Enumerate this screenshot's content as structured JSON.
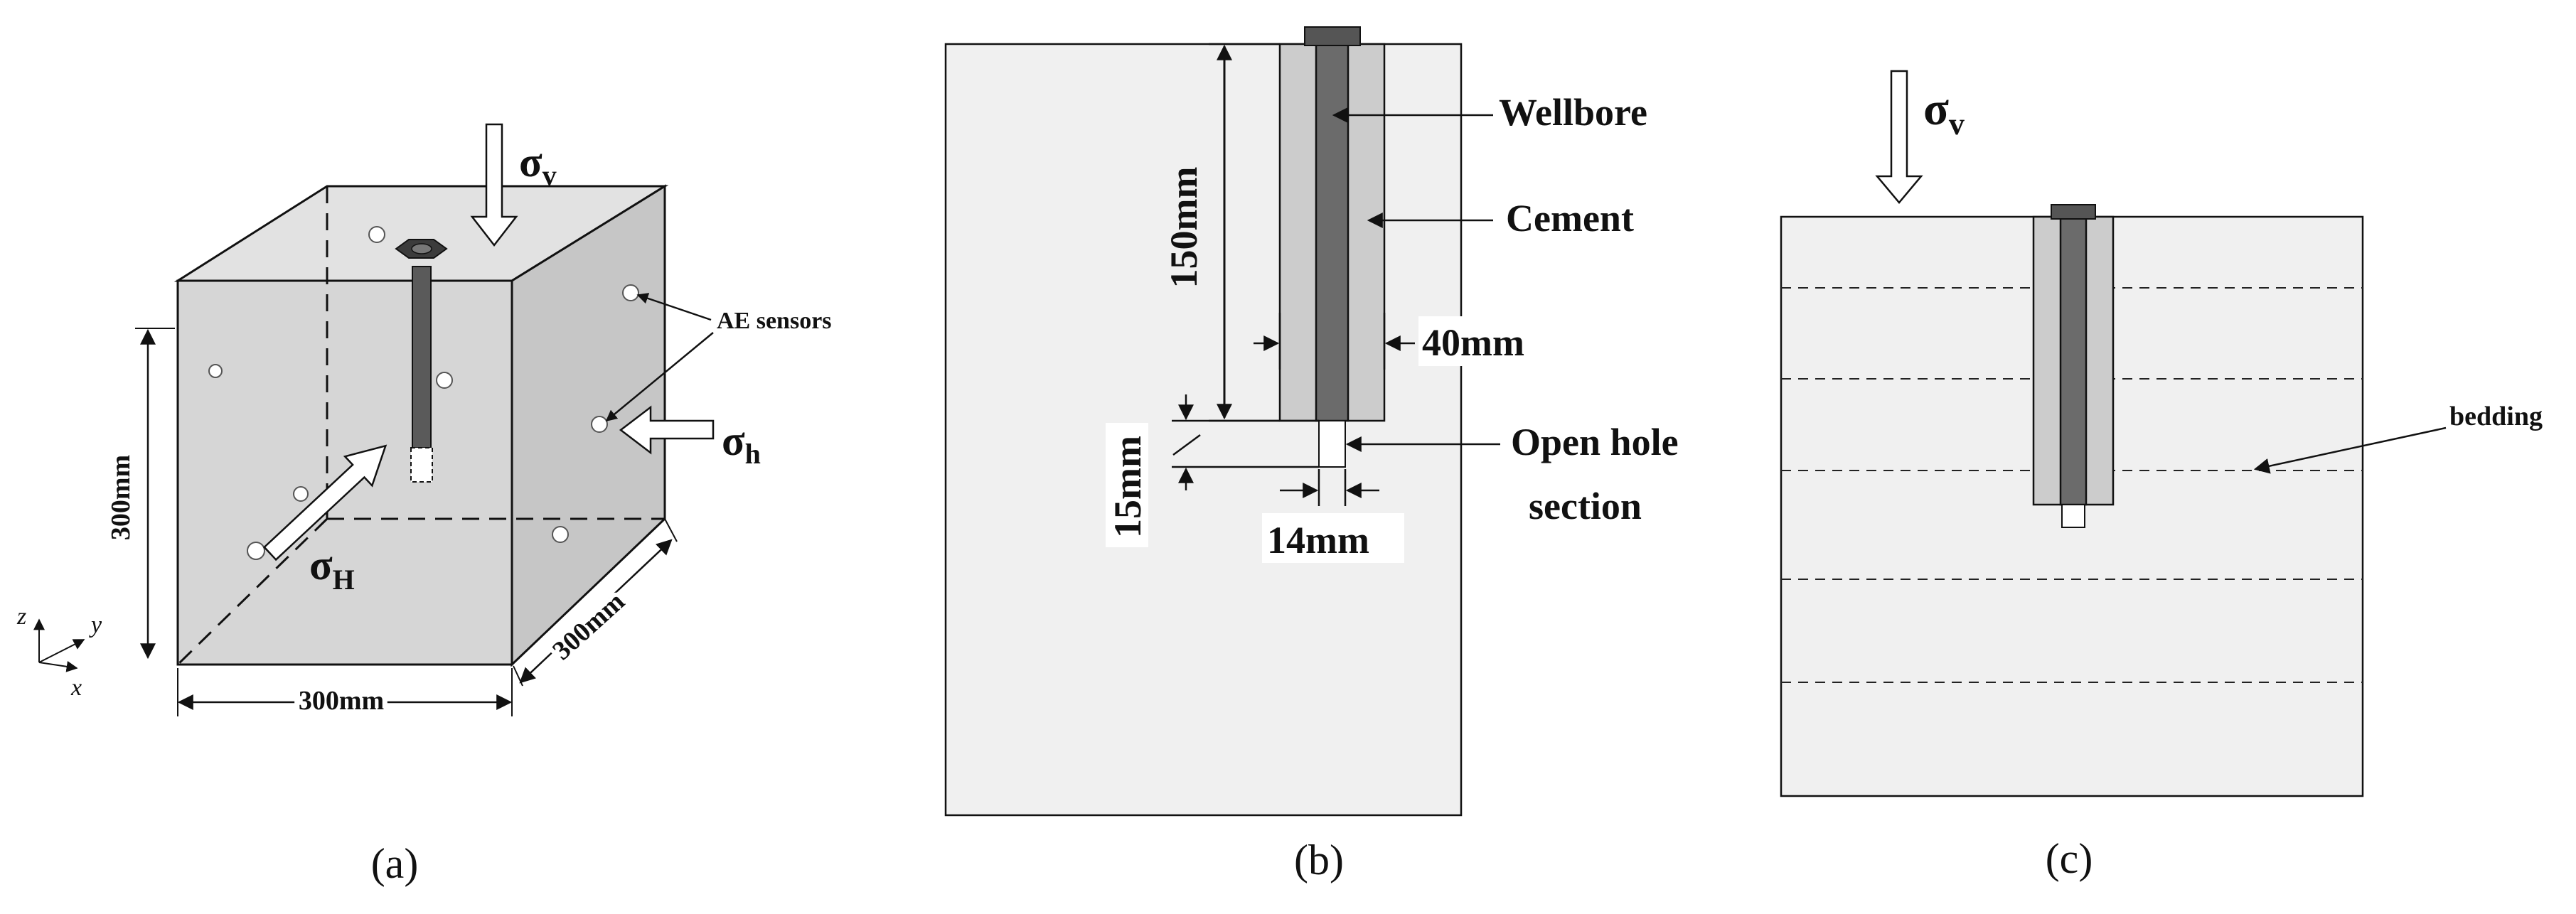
{
  "colors": {
    "block_fill": "#d6d6d6",
    "panel_fill": "#f0f0f0",
    "cement_fill": "#cccccc",
    "wellbore_fill": "#6b6b6b",
    "stroke": "#111111"
  },
  "panel_a": {
    "stress_vertical": "σ",
    "stress_vertical_sub": "v",
    "stress_h_min": "σ",
    "stress_h_min_sub": "h",
    "stress_h_max": "σ",
    "stress_h_max_sub": "H",
    "ae_sensors": "AE sensors",
    "dim_height": "300mm",
    "dim_width": "300mm",
    "dim_depth": "300mm",
    "axis_z": "z",
    "axis_y": "y",
    "axis_x": "x",
    "caption": "(a)"
  },
  "panel_b": {
    "wellbore": "Wellbore",
    "cement": "Cement",
    "dim_150": "150mm",
    "dim_40": "40mm",
    "dim_15": "15mm",
    "dim_14": "14mm",
    "open_hole_1": "Open hole",
    "open_hole_2": "section",
    "caption": "(b)"
  },
  "panel_c": {
    "stress_vertical": "σ",
    "stress_vertical_sub": "v",
    "bedding": "bedding",
    "caption": "(c)"
  }
}
